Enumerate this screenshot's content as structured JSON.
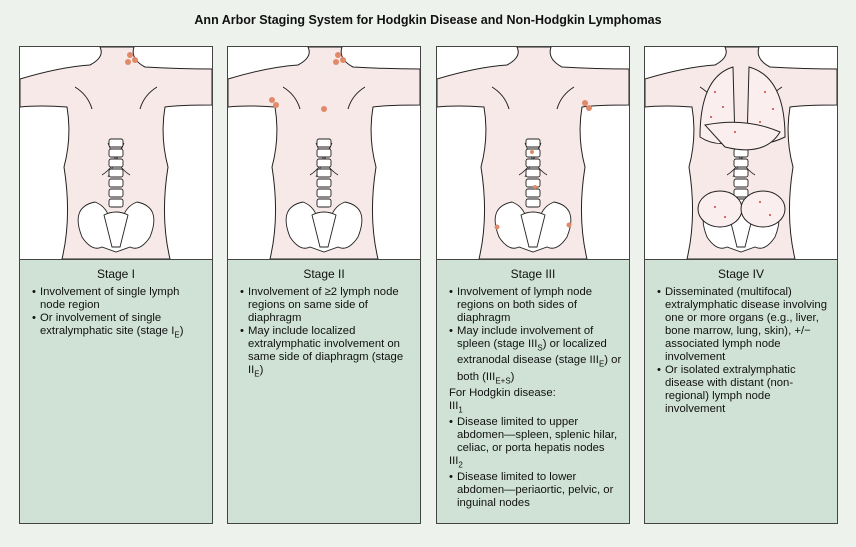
{
  "title": "Ann Arbor Staging System for Hodgkin Disease and Non-Hodgkin Lymphomas",
  "stages": [
    {
      "name": "Stage I",
      "bullets": [
        "Involvement of single lymph node region",
        "Or involvement of single extralymphatic site (stage I",
        "E",
        ")"
      ]
    },
    {
      "name": "Stage II",
      "bullets": [
        "Involvement of ≥2 lymph node regions on same side of diaphragm",
        "May include localized extralymphatic involvement on same side of diaphragm (stage II",
        "E",
        ")"
      ]
    },
    {
      "name": "Stage III",
      "b1": "Involvement of lymph node regions on both sides of diaphragm",
      "b2a": "May include involvement of spleen (stage III",
      "b2s": "S",
      "b2b": ") or localized extranodal disease (stage III",
      "b2e": "E",
      "b2c": ") or both (III",
      "b2es": "E+S",
      "b2d": ")",
      "hodgkin": "For Hodgkin disease:",
      "iii": "III",
      "one": "1",
      "two": "2",
      "b3": "Disease limited to upper abdomen—spleen, splenic hilar, celiac, or porta hepatis nodes",
      "b4": "Disease limited to lower abdomen—periaortic, pelvic, or inguinal nodes"
    },
    {
      "name": "Stage IV",
      "bullets": [
        "Disseminated (multifocal) extralymphatic disease involving one or more organs (e.g., liver, bone marrow, lung, skin), +/− associated lymph node involvement",
        "Or isolated extralymphatic disease with distant (non-regional) lymph node involvement"
      ]
    }
  ],
  "colors": {
    "skin": "#f7e9e7",
    "node": "#e08a6a",
    "panel": "#cfe2d5",
    "bg": "#edf3ec"
  }
}
